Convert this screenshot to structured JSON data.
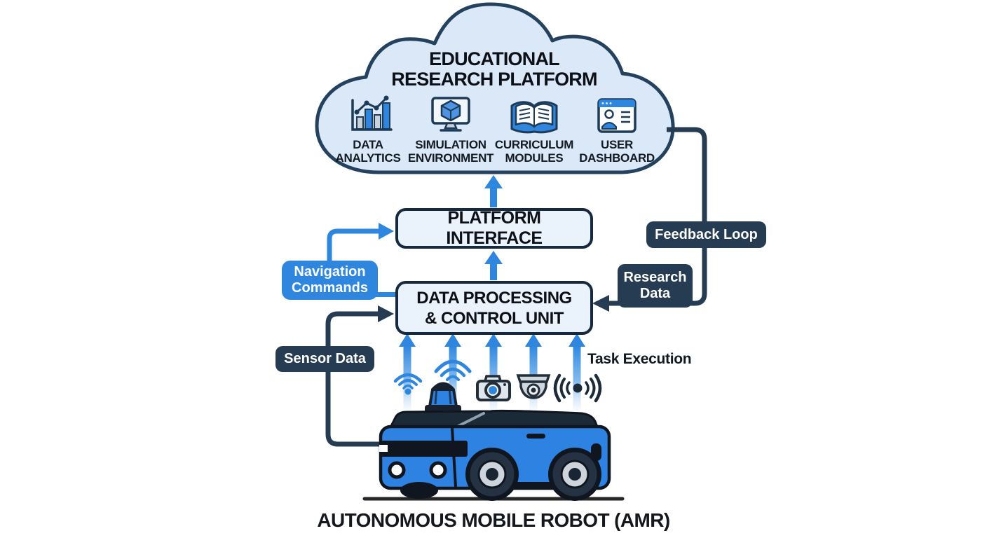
{
  "diagram": {
    "cloud": {
      "title_line1": "EDUCATIONAL",
      "title_line2": "RESEARCH PLATFORM",
      "modules": [
        {
          "icon": "bar-chart-analytics-icon",
          "label_line1": "DATA",
          "label_line2": "ANALYTICS"
        },
        {
          "icon": "monitor-3d-cube-icon",
          "label_line1": "SIMULATION",
          "label_line2": "ENVIRONMENT"
        },
        {
          "icon": "open-book-icon",
          "label_line1": "CURRICULUM",
          "label_line2": "MODULES"
        },
        {
          "icon": "user-dashboard-window-icon",
          "label_line1": "USER",
          "label_line2": "DASHBOARD"
        }
      ]
    },
    "nodes": {
      "platform_interface": "PLATFORM INTERFACE",
      "dpu_line1": "DATA PROCESSING",
      "dpu_line2": "& CONTROL UNIT"
    },
    "flows": {
      "navigation_line1": "Navigation",
      "navigation_line2": "Commands",
      "sensor_data": "Sensor Data",
      "feedback_loop": "Feedback Loop",
      "research_line1": "Research",
      "research_line2": "Data",
      "task_execution": "Task Execution"
    },
    "robot": {
      "caption": "AUTONOMOUS MOBILE ROBOT (AMR)"
    },
    "colors": {
      "accent_blue": "#2E86DE",
      "dark_navy": "#263C52",
      "cloud_fill": "#DAE8F7",
      "node_fill": "#EAF2FB",
      "outline_navy": "#16293E",
      "robot_blue": "#2E82E2",
      "robot_dark": "#10161F",
      "text_black": "#0D1117"
    }
  }
}
